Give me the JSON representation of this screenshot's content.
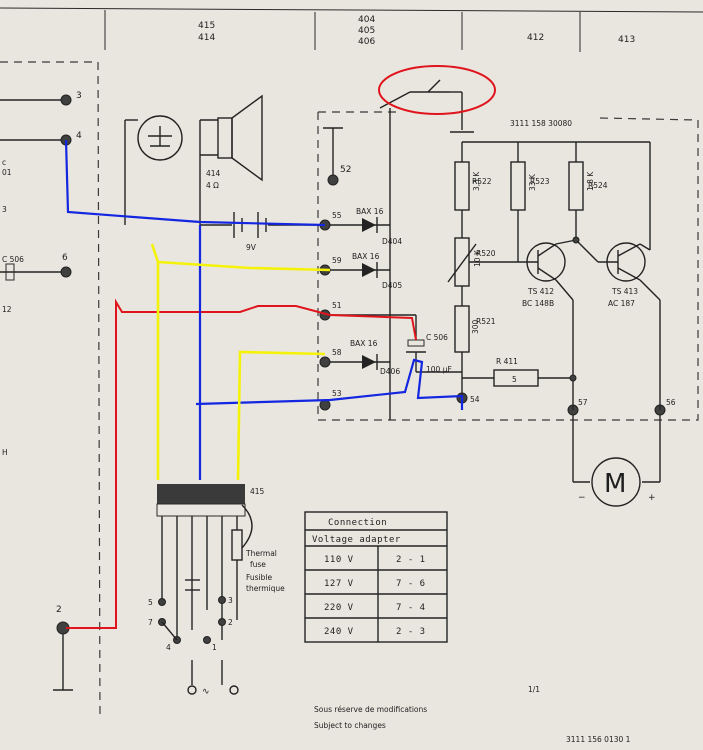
{
  "header": {
    "col_415_414": [
      "415",
      "414"
    ],
    "col_404_406": [
      "404",
      "405",
      "406"
    ],
    "col_412": "412",
    "col_413": "413"
  },
  "terminals": {
    "t3": "3",
    "t4": "4",
    "t6": "6",
    "t2": "2",
    "t52": "52",
    "t55": "55",
    "t59": "59",
    "t51": "51",
    "t58a": "58",
    "t53": "53",
    "t54": "54",
    "t57": "57",
    "t56": "56",
    "left_c506": "C 506",
    "left_12": "12"
  },
  "components": {
    "speaker": [
      "414",
      "4 Ω"
    ],
    "battery": "9V",
    "diodes": [
      {
        "type": "BAX 16",
        "ref": "D404"
      },
      {
        "type": "BAX 16",
        "ref": "D405"
      },
      {
        "type": "BAX 16",
        "ref": "D406"
      }
    ],
    "resistor_header": "3111 158 30080",
    "resistors": [
      {
        "value": "3,3 K",
        "ref": "R522"
      },
      {
        "value": "33 K",
        "ref": "R523"
      },
      {
        "value": "1,8 K",
        "ref": "R524"
      },
      {
        "value": "10 K",
        "ref": "R520"
      },
      {
        "value": "300",
        "ref": "R521"
      },
      {
        "value": "5",
        "ref": "R 411"
      }
    ],
    "capacitor": [
      "C 506",
      "100 μF"
    ],
    "transistors": [
      {
        "ts": "TS 412",
        "type": "BC 148B"
      },
      {
        "ts": "TS 413",
        "type": "AC 187"
      }
    ],
    "motor": "M",
    "transformer_ref": "415",
    "fuse_label": [
      "Thermal",
      "fuse",
      "Fusible",
      "thermique"
    ],
    "selector_pins": [
      "5",
      "3",
      "7",
      "2",
      "4",
      "1"
    ]
  },
  "table": {
    "title": "Connection",
    "subtitle": "Voltage adapter",
    "rows": [
      [
        "110 V",
        "2 - 1"
      ],
      [
        "127 V",
        "7 - 6"
      ],
      [
        "220 V",
        "7 - 4"
      ],
      [
        "240 V",
        "2 - 3"
      ]
    ]
  },
  "footer": {
    "fr": "Sous réserve de modifications",
    "en": "Subject to changes",
    "code": "3111 156 0130 1",
    "mark": "1/1"
  },
  "colors": {
    "paper": "#e9e6df",
    "ink": "#232323",
    "red_marker": "#e0141c",
    "blue_marker": "#1326e0",
    "yellow_marker": "#f5f20a"
  }
}
